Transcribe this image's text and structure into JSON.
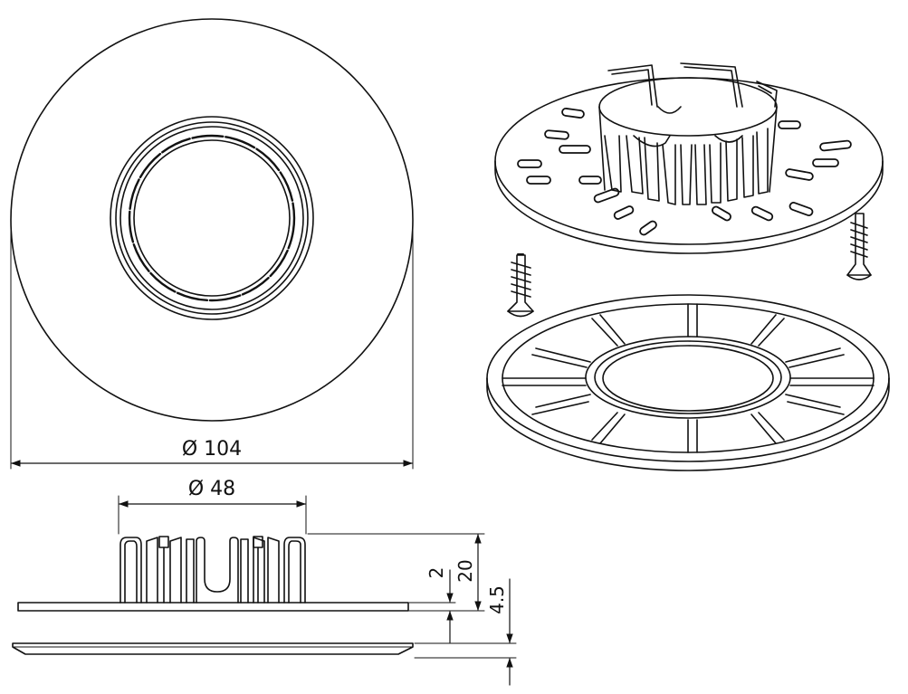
{
  "dimensions": {
    "outer_diameter": "Ø 104",
    "collar_diameter": "Ø 48",
    "plate_thickness": "2",
    "collar_height": "20",
    "base_height": "4.5"
  },
  "colors": {
    "stroke": "#111111",
    "background": "#ffffff"
  }
}
